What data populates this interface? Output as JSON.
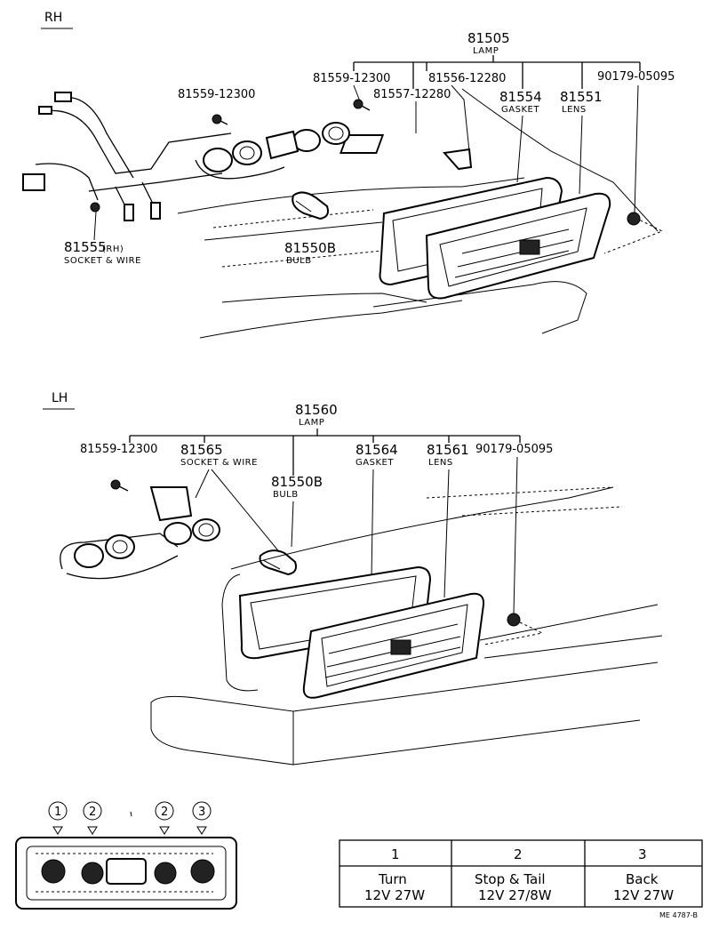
{
  "rh": {
    "section_label": "RH",
    "lamp_pn": "81505",
    "lamp_desc": "LAMP",
    "screw_pn_top": "81559-12300",
    "clip_pn": "81556-12280",
    "bracket_pn": "81557-12280",
    "gasket_pn": "81554",
    "gasket_desc": "GASKET",
    "lens_pn": "81551",
    "lens_desc": "LENS",
    "nut_pn": "90179-05095",
    "screw_pn_mid": "81559-12300",
    "socket_pn": "81555",
    "socket_tag": "(RH)",
    "socket_desc": "SOCKET & WIRE",
    "bulb_pn": "81550B",
    "bulb_desc": "BULB"
  },
  "lh": {
    "section_label": "LH",
    "lamp_pn": "81560",
    "lamp_desc": "LAMP",
    "screw_pn": "81559-12300",
    "socket_pn": "81565",
    "socket_desc": "SOCKET & WIRE",
    "bulb_pn": "81550B",
    "bulb_desc": "BULB",
    "gasket_pn": "81564",
    "gasket_desc": "GASKET",
    "lens_pn": "81561",
    "lens_desc": "LENS",
    "nut_pn": "90179-05095"
  },
  "legend": {
    "markers": [
      "1",
      "2",
      "2",
      "3"
    ],
    "table": [
      {
        "num": "1",
        "name": "Turn",
        "spec": "12V 27W"
      },
      {
        "num": "2",
        "name": "Stop & Tail",
        "spec": "12V 27/8W"
      },
      {
        "num": "3",
        "name": "Back",
        "spec": "12V 27W"
      }
    ]
  },
  "footer_code": "ME 4787-B"
}
